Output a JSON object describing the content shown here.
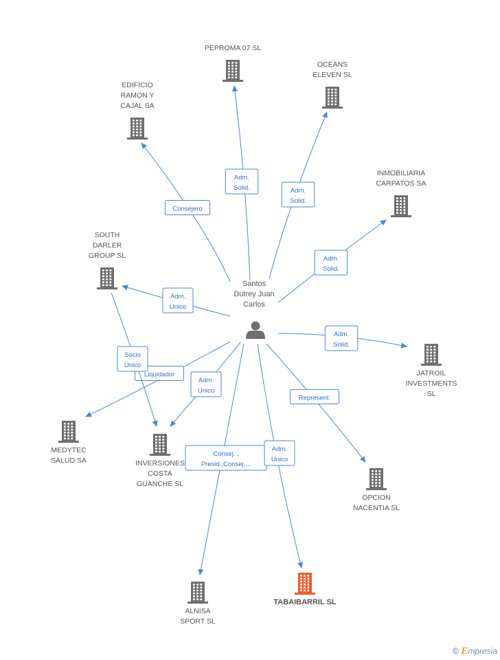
{
  "center": {
    "name_lines": [
      "Santos",
      "Dutrey Juan",
      "Carlos"
    ],
    "icon": "person-icon"
  },
  "companies": [
    {
      "id": "peproma",
      "lines": [
        "PEPROMA 07 SL"
      ],
      "highlight": false
    },
    {
      "id": "oceans",
      "lines": [
        "OCEANS",
        "ELEVEN SL"
      ],
      "highlight": false
    },
    {
      "id": "edificio",
      "lines": [
        "EDIFICIO",
        "RAMON Y",
        "CAJAL SA"
      ],
      "highlight": false
    },
    {
      "id": "inmobiliaria",
      "lines": [
        "INMOBILIARIA",
        "CARPATOS SA"
      ],
      "highlight": false
    },
    {
      "id": "southdarler",
      "lines": [
        "SOUTH",
        "DARLER",
        "GROUP SL"
      ],
      "highlight": false
    },
    {
      "id": "jatroil",
      "lines": [
        "JATROIL",
        "INVESTMENTS",
        "SL"
      ],
      "highlight": false
    },
    {
      "id": "medytec",
      "lines": [
        "MEDYTEC",
        "SALUD SA"
      ],
      "highlight": false
    },
    {
      "id": "inversiones",
      "lines": [
        "INVERSIONES",
        "COSTA",
        "GUANCHE SL"
      ],
      "highlight": false
    },
    {
      "id": "opcion",
      "lines": [
        "OPCION",
        "NACENTIA SL"
      ],
      "highlight": false
    },
    {
      "id": "alnisa",
      "lines": [
        "ALNISA",
        "SPORT SL"
      ],
      "highlight": false
    },
    {
      "id": "tabaibarril",
      "lines": [
        "TABAIBARRIL SL"
      ],
      "highlight": true
    }
  ],
  "edges": [
    {
      "from": "center",
      "to": "peproma",
      "label": [
        "Adm.",
        "Solid."
      ]
    },
    {
      "from": "center",
      "to": "oceans",
      "label": [
        "Adm.",
        "Solid."
      ]
    },
    {
      "from": "center",
      "to": "edificio",
      "label": [
        "Consejero"
      ]
    },
    {
      "from": "center",
      "to": "inmobiliaria",
      "label": [
        "Adm.",
        "Solid."
      ]
    },
    {
      "from": "center",
      "to": "southdarler",
      "label": [
        "Adm.",
        "Unico"
      ]
    },
    {
      "from": "center",
      "to": "jatroil",
      "label": [
        "Adm.",
        "Solid."
      ]
    },
    {
      "from": "center",
      "to": "medytec",
      "label": [
        "Liquidador"
      ]
    },
    {
      "from": "southdarler",
      "to": "inversiones",
      "label": [
        "Socio",
        "Único"
      ]
    },
    {
      "from": "center",
      "to": "inversiones",
      "label": [
        "Adm.",
        "Unico"
      ]
    },
    {
      "from": "center",
      "to": "opcion",
      "label": [
        "Represent."
      ]
    },
    {
      "from": "center",
      "to": "alnisa",
      "label": [
        "Consej. ,",
        "Presid.,Consej...."
      ]
    },
    {
      "from": "center",
      "to": "tabaibarril",
      "label": [
        "Adm.",
        "Unico"
      ]
    }
  ],
  "colors": {
    "edge": "#4a86d8",
    "building": "#6f6f6f",
    "highlight": "#f05a28",
    "person": "#6f6f6f"
  },
  "footer": {
    "copyright": "©",
    "brand_initial": "E",
    "brand_rest": "mpresia"
  }
}
